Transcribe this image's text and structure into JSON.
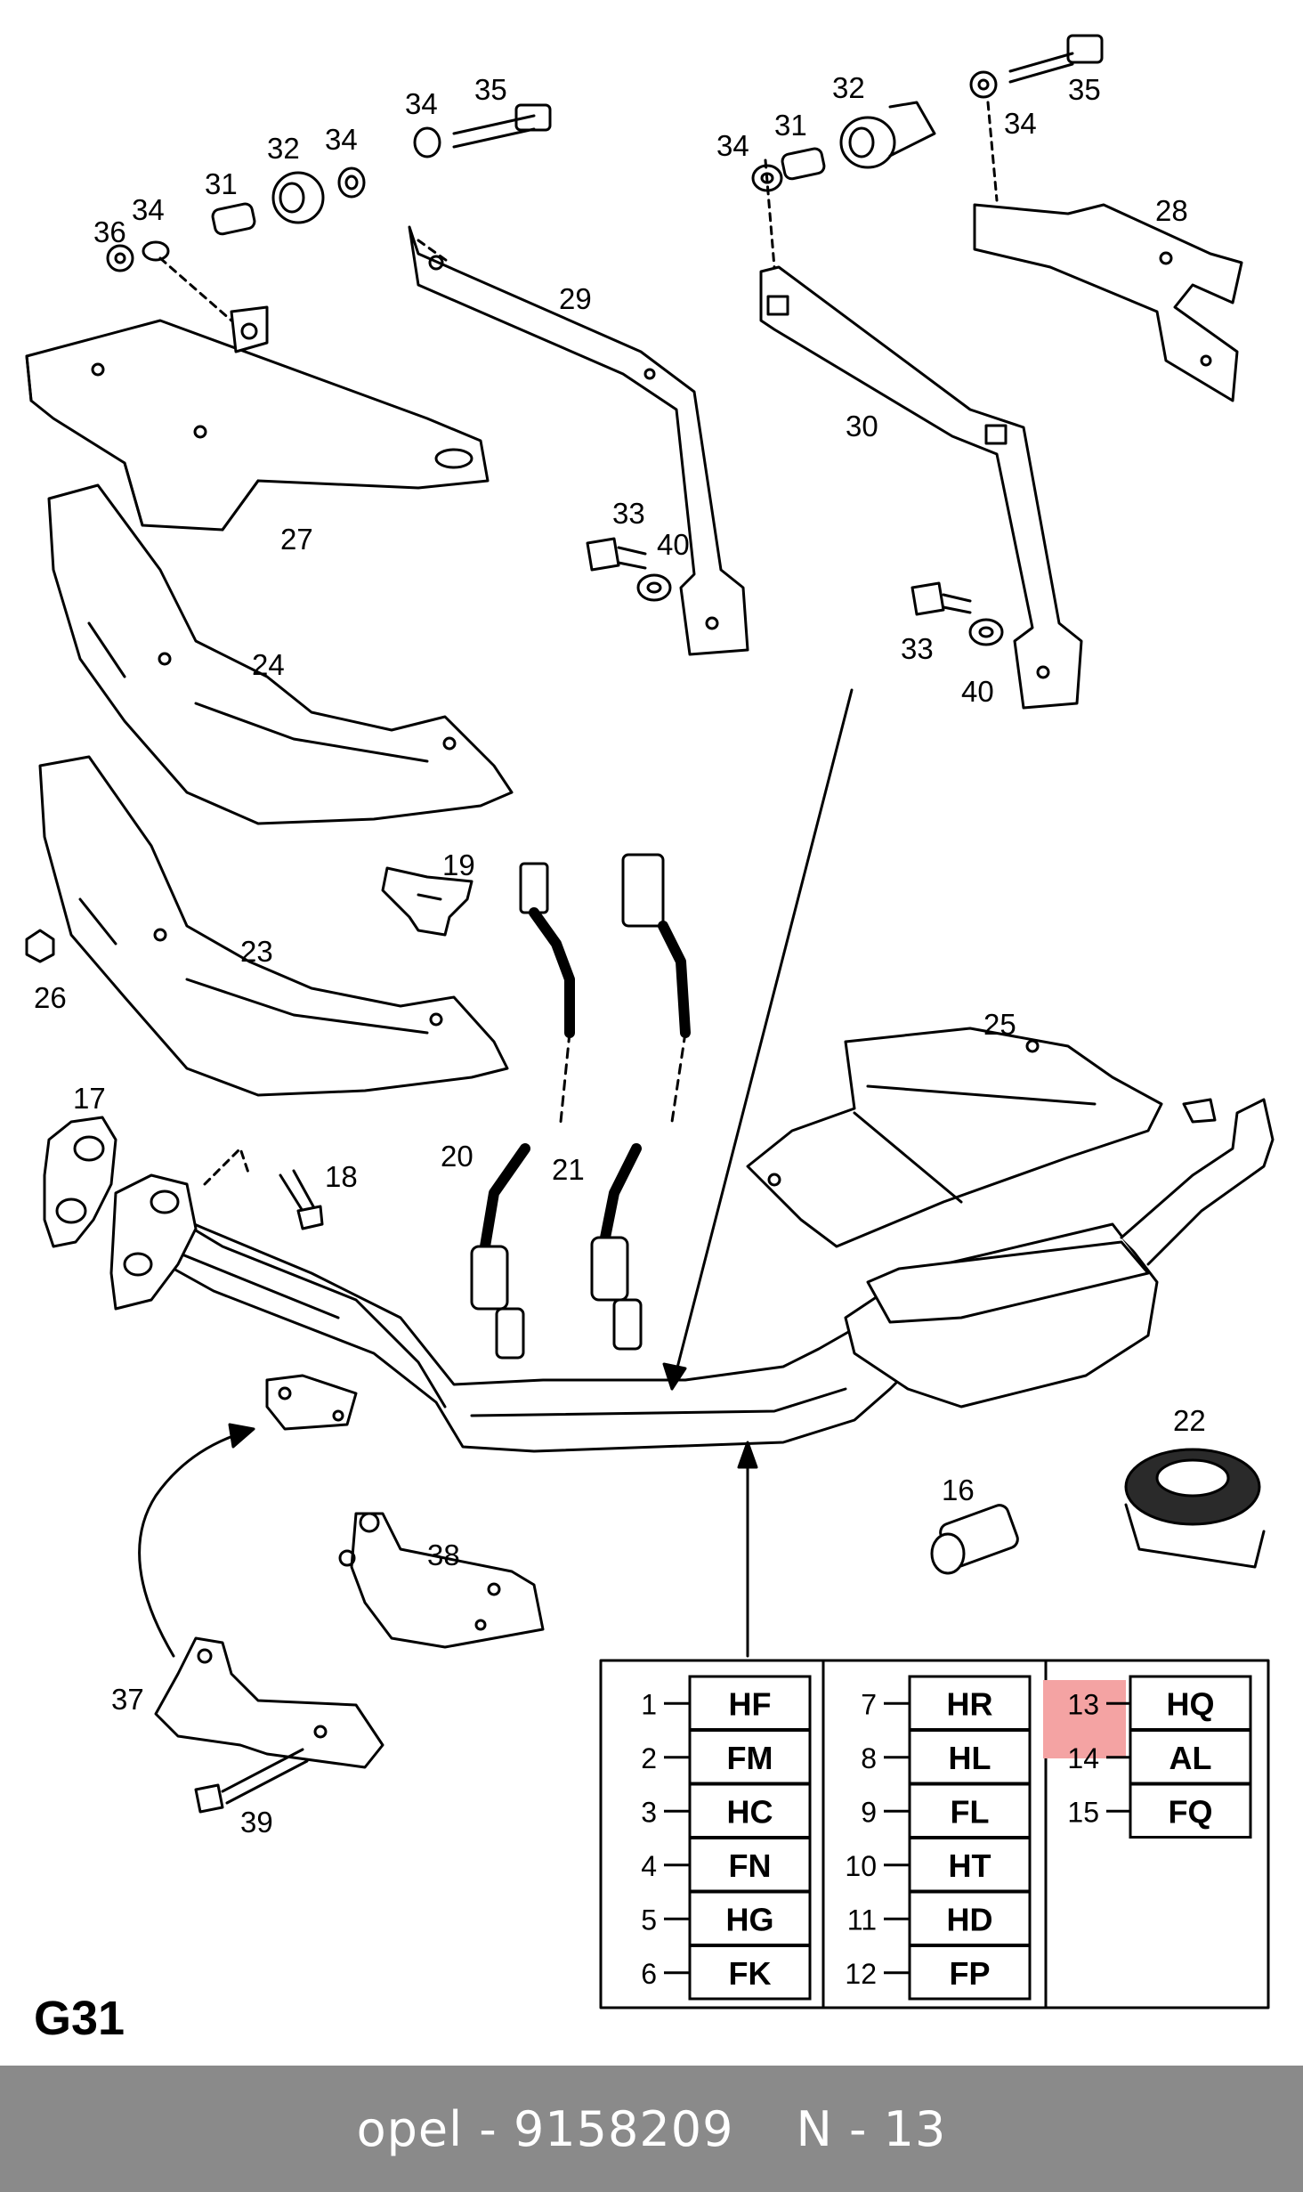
{
  "diagram": {
    "code": "G31",
    "part_labels": [
      {
        "id": "l36",
        "text": "36"
      },
      {
        "id": "l34a",
        "text": "34"
      },
      {
        "id": "l31a",
        "text": "31"
      },
      {
        "id": "l32a",
        "text": "32"
      },
      {
        "id": "l34b",
        "text": "34"
      },
      {
        "id": "l34c",
        "text": "34"
      },
      {
        "id": "l35a",
        "text": "35"
      },
      {
        "id": "l29",
        "text": "29"
      },
      {
        "id": "l27",
        "text": "27"
      },
      {
        "id": "l34d",
        "text": "34"
      },
      {
        "id": "l31b",
        "text": "31"
      },
      {
        "id": "l32b",
        "text": "32"
      },
      {
        "id": "l35b",
        "text": "35"
      },
      {
        "id": "l34e",
        "text": "34"
      },
      {
        "id": "l28",
        "text": "28"
      },
      {
        "id": "l30",
        "text": "30"
      },
      {
        "id": "l33a",
        "text": "33"
      },
      {
        "id": "l40a",
        "text": "40"
      },
      {
        "id": "l33b",
        "text": "33"
      },
      {
        "id": "l40b",
        "text": "40"
      },
      {
        "id": "l24",
        "text": "24"
      },
      {
        "id": "l19",
        "text": "19"
      },
      {
        "id": "l23",
        "text": "23"
      },
      {
        "id": "l26",
        "text": "26"
      },
      {
        "id": "l25",
        "text": "25"
      },
      {
        "id": "l17",
        "text": "17"
      },
      {
        "id": "l18",
        "text": "18"
      },
      {
        "id": "l20",
        "text": "20"
      },
      {
        "id": "l21",
        "text": "21"
      },
      {
        "id": "l22",
        "text": "22"
      },
      {
        "id": "l16",
        "text": "16"
      },
      {
        "id": "l38",
        "text": "38"
      },
      {
        "id": "l37",
        "text": "37"
      },
      {
        "id": "l39",
        "text": "39"
      }
    ],
    "variant_table": {
      "highlight_color": "#f4a3a3",
      "highlighted_number": "13",
      "columns": [
        [
          {
            "num": "1",
            "code": "HF"
          },
          {
            "num": "2",
            "code": "FM"
          },
          {
            "num": "3",
            "code": "HC"
          },
          {
            "num": "4",
            "code": "FN"
          },
          {
            "num": "5",
            "code": "HG"
          },
          {
            "num": "6",
            "code": "FK"
          }
        ],
        [
          {
            "num": "7",
            "code": "HR"
          },
          {
            "num": "8",
            "code": "HL"
          },
          {
            "num": "9",
            "code": "FL"
          },
          {
            "num": "10",
            "code": "HT"
          },
          {
            "num": "11",
            "code": "HD"
          },
          {
            "num": "12",
            "code": "FP"
          }
        ],
        [
          {
            "num": "13",
            "code": "HQ"
          },
          {
            "num": "14",
            "code": "AL"
          },
          {
            "num": "15",
            "code": "FQ"
          }
        ]
      ]
    }
  },
  "footer": {
    "part_text": "opel - 9158209",
    "ref_text": "N - 13"
  }
}
